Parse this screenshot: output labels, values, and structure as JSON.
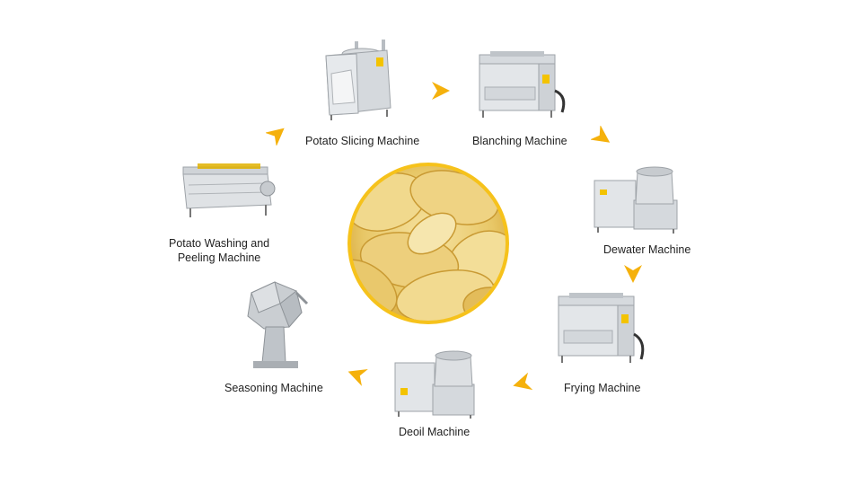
{
  "theme": {
    "arrow_color": "#F5B10C",
    "ring_color": "#F6C21B",
    "chip_color": "#E9C96A",
    "steel_color": "#C9CDD1"
  },
  "center": {
    "icon": "potato-chips-photo"
  },
  "steps": [
    {
      "id": "slicing",
      "label_lines": [
        "Potato Slicing Machine"
      ],
      "icon": "slicing-machine-icon"
    },
    {
      "id": "blanching",
      "label_lines": [
        "Blanching Machine"
      ],
      "icon": "blanching-machine-icon"
    },
    {
      "id": "dewater",
      "label_lines": [
        "Dewater Machine"
      ],
      "icon": "dewater-machine-icon"
    },
    {
      "id": "frying",
      "label_lines": [
        "Frying Machine"
      ],
      "icon": "frying-machine-icon"
    },
    {
      "id": "deoil",
      "label_lines": [
        "Deoil Machine"
      ],
      "icon": "deoil-machine-icon"
    },
    {
      "id": "seasoning",
      "label_lines": [
        "Seasoning Machine"
      ],
      "icon": "seasoning-machine-icon"
    },
    {
      "id": "washing",
      "label_lines": [
        "Potato Washing and",
        "Peeling Machine"
      ],
      "icon": "washing-peeling-machine-icon"
    }
  ]
}
